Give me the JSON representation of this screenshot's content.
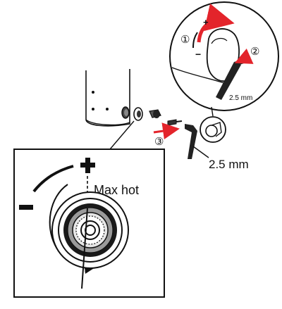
{
  "steps": [
    {
      "number": "①",
      "action": "rotate-handle"
    },
    {
      "number": "②",
      "action": "loosen-screw"
    },
    {
      "number": "③",
      "action": "pull-out-screw"
    }
  ],
  "labels": {
    "tool_size_small": "2.5 mm",
    "tool_size_large": "2.5 mm",
    "max_hot": "Max hot",
    "plus_sign": "+",
    "minus_sign": "−"
  },
  "colors": {
    "arrow_red": "#e3242b",
    "line": "#111111",
    "fill_gray": "#9a9a9a",
    "fill_light": "#e6e6e6"
  },
  "icons": [
    "rotate-arrow-icon",
    "push-arrow-icon",
    "hex-key-icon",
    "hex-screw-icon",
    "temperature-scale-icon"
  ]
}
